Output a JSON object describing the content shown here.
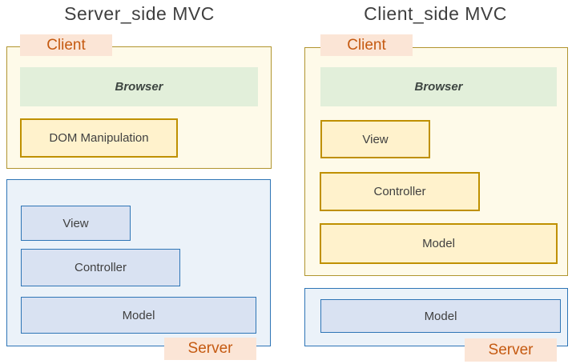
{
  "left": {
    "title": "Server_side MVC",
    "client_badge": "Client",
    "server_badge": "Server",
    "browser_label": "Browser",
    "client_boxes": {
      "dom_manipulation": "DOM Manipulation"
    },
    "server_boxes": {
      "view": "View",
      "controller": "Controller",
      "model": "Model"
    }
  },
  "right": {
    "title": "Client_side MVC",
    "client_badge": "Client",
    "server_badge": "Server",
    "browser_label": "Browser",
    "client_boxes": {
      "view": "View",
      "controller": "Controller",
      "model": "Model"
    },
    "server_boxes": {
      "model": "Model"
    }
  },
  "colors": {
    "client_panel_fill": "#FEFAE9",
    "client_panel_border": "#BF9000",
    "yellow_box_fill": "#FFF2CC",
    "yellow_box_border": "#BF9000",
    "browser_box_fill": "#E2EFDA",
    "server_panel_fill": "#EBF2F9",
    "blue_border": "#2E75B6",
    "blue_box_fill": "#D9E2F2",
    "badge_fill": "#FBE5D6",
    "badge_text": "#C55A11",
    "title_text": "#3F3F3F",
    "label_text": "#404040"
  }
}
